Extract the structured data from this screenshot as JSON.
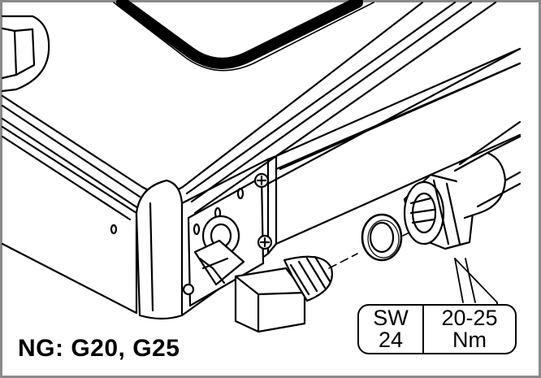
{
  "caption": "NG: G20, G25",
  "spec": {
    "wrench_line1": "SW",
    "wrench_line2": "24",
    "torque_line1": "20-25",
    "torque_line2": "Nm"
  },
  "colors": {
    "frame": "#8a8a8a",
    "line": "#000000",
    "fill": "#ffffff",
    "shade": "#d9d9d9"
  },
  "icons": [
    "appliance-housing",
    "elbow-connector",
    "sealing-washer",
    "gas-hose-nut"
  ]
}
